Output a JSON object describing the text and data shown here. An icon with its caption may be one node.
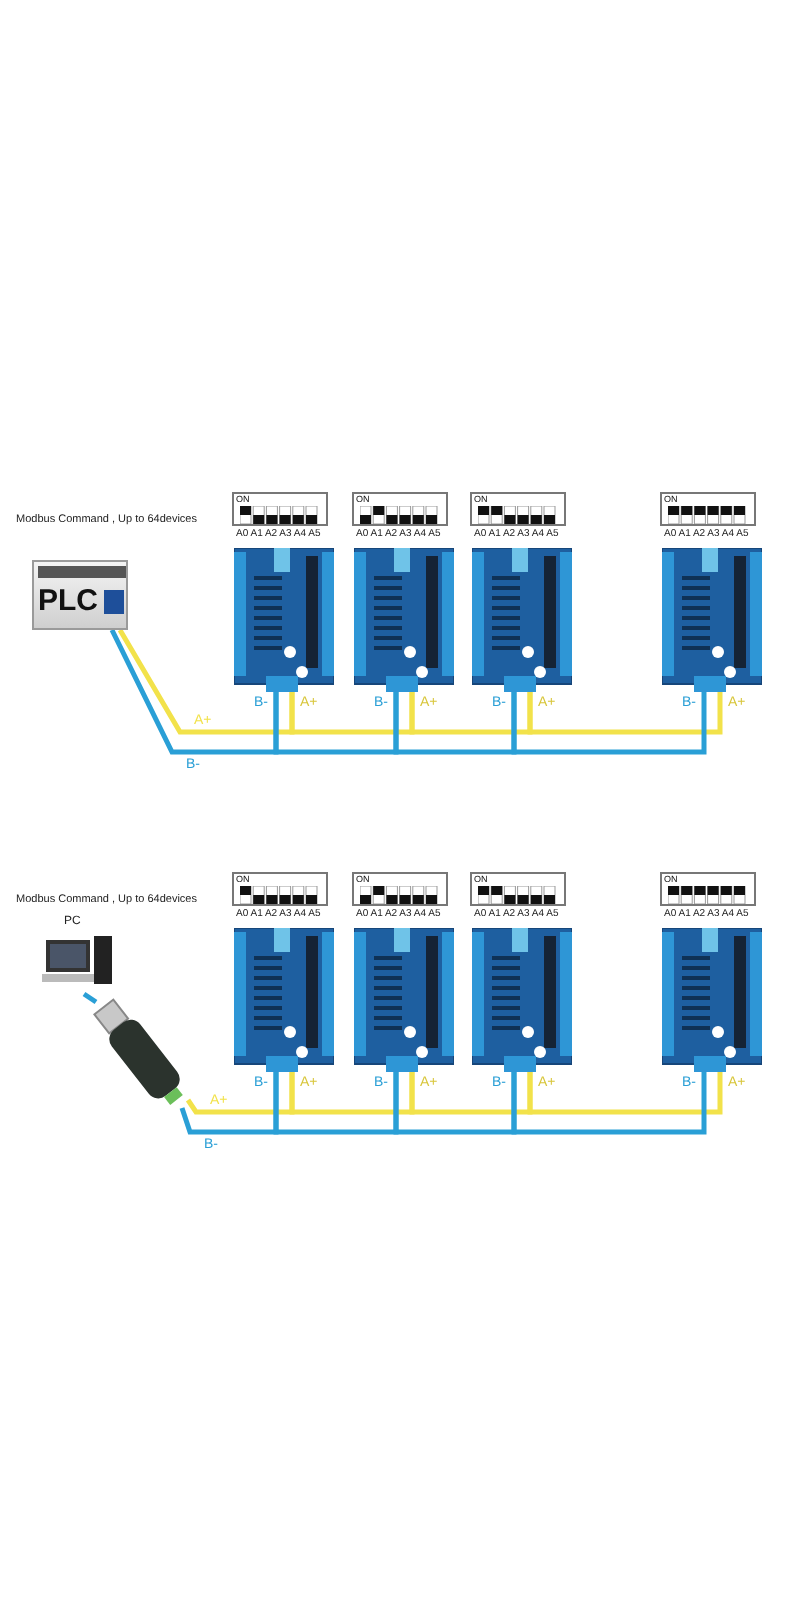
{
  "diagram": {
    "nodes": [
      {
        "text": [
          "PLC"
        ]
      },
      {
        "text": [
          "ON"
        ],
        "beside": [
          "A0 A1 A2 A3 A4 A5"
        ]
      },
      {
        "text": [],
        "shape": "picture"
      },
      {
        "text": [
          "ON"
        ],
        "beside": [
          "A0 A1 A2 A3 A4 A5"
        ]
      },
      {
        "text": [],
        "shape": "picture"
      },
      {
        "text": [
          "ON"
        ],
        "beside": [
          "A0 A1 A2 A3 A4 A5"
        ]
      },
      {
        "text": [],
        "shape": "picture"
      },
      {
        "text": [
          "ON"
        ],
        "beside": [
          "A0 A1 A2 A3 A4 A5"
        ]
      },
      {
        "text": [],
        "shape": "picture"
      },
      {
        "text": [
          "PC"
        ]
      },
      {
        "text": [],
        "shape": "picture"
      },
      {
        "text": [
          "ON"
        ],
        "beside": [
          "A0 A1 A2 A3 A4 A5"
        ]
      },
      {
        "text": [],
        "shape": "picture"
      },
      {
        "text": [
          "ON"
        ],
        "beside": [
          "A0 A1 A2 A3 A4 A5"
        ]
      },
      {
        "text": [],
        "shape": "picture"
      },
      {
        "text": [
          "ON"
        ],
        "beside": [
          "A0 A1 A2 A3 A4 A5"
        ]
      },
      {
        "text": [],
        "shape": "picture"
      },
      {
        "text": [
          "ON"
        ],
        "beside": [
          "A0 A1 A2 A3 A4 A5"
        ]
      },
      {
        "text": [],
        "shape": "picture"
      }
    ],
    "edges": [
      {
        "from": 0,
        "to": 2,
        "arrow": "none",
        "label": "A+",
        "color": "#f2e24a"
      },
      {
        "from": 0,
        "to": 2,
        "arrow": "none",
        "label": "B-",
        "color": "#2a9fd6"
      },
      {
        "from": 2,
        "to": 4,
        "arrow": "none",
        "color": "#f2e24a"
      },
      {
        "from": 2,
        "to": 4,
        "arrow": "none",
        "color": "#2a9fd6"
      },
      {
        "from": 4,
        "to": 6,
        "arrow": "none",
        "color": "#f2e24a"
      },
      {
        "from": 4,
        "to": 6,
        "arrow": "none",
        "color": "#2a9fd6"
      },
      {
        "from": 6,
        "to": 8,
        "arrow": "none",
        "color": "#f2e24a"
      },
      {
        "from": 6,
        "to": 8,
        "arrow": "none",
        "color": "#2a9fd6"
      },
      {
        "from": 9,
        "to": 10,
        "arrow": "none",
        "color": "#2a9fd6"
      },
      {
        "from": 10,
        "to": 12,
        "arrow": "none",
        "label": "A+",
        "color": "#f2e24a"
      },
      {
        "from": 10,
        "to": 12,
        "arrow": "none",
        "label": "B-",
        "color": "#2a9fd6"
      },
      {
        "from": 12,
        "to": 14,
        "arrow": "none",
        "color": "#f2e24a"
      },
      {
        "from": 12,
        "to": 14,
        "arrow": "none",
        "color": "#2a9fd6"
      },
      {
        "from": 14,
        "to": 16,
        "arrow": "none",
        "color": "#f2e24a"
      },
      {
        "from": 14,
        "to": 16,
        "arrow": "none",
        "color": "#2a9fd6"
      },
      {
        "from": 16,
        "to": 18,
        "arrow": "none",
        "color": "#f2e24a"
      },
      {
        "from": 16,
        "to": 18,
        "arrow": "none",
        "color": "#2a9fd6"
      }
    ],
    "labels": [
      "Modbus Command , Up to 64devices",
      "B-",
      "A+",
      "B-",
      "A+",
      "B-",
      "A+",
      "B-",
      "A+",
      "Modbus Command , Up to 64devices",
      "B-",
      "A+",
      "B-",
      "A+",
      "B-",
      "A+",
      "B-",
      "A+"
    ]
  }
}
